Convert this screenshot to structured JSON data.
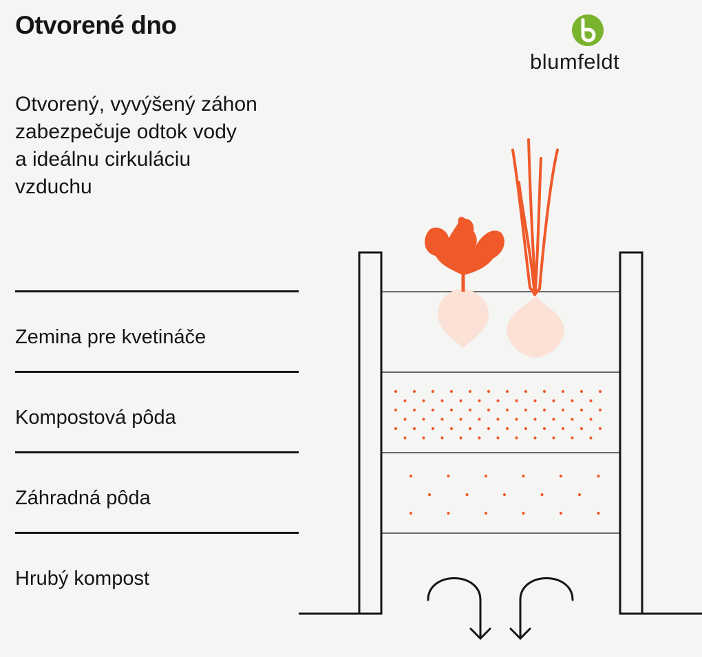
{
  "title": "Otvorené dno",
  "description": {
    "lines": [
      "Otvorený, vyvýšený záhon",
      "zabezpečuje odtok vody",
      "a ideálnu cirkuláciu",
      "vzduchu"
    ]
  },
  "brand": {
    "name": "blumfeldt",
    "logo_color": "#7ab32e"
  },
  "layers": [
    {
      "label": "Zemina pre kvetináče"
    },
    {
      "label": "Kompostová pôda"
    },
    {
      "label": "Záhradná pôda"
    },
    {
      "label": "Hrubý kompost"
    }
  ],
  "colors": {
    "accent": "#f05a2a",
    "accent_light": "#fbe1d6",
    "line": "#151515"
  },
  "icons": [
    "beet-icon",
    "onion-icon",
    "drain-arrow-left-icon",
    "drain-arrow-right-icon",
    "blumfeldt-logo-icon"
  ]
}
